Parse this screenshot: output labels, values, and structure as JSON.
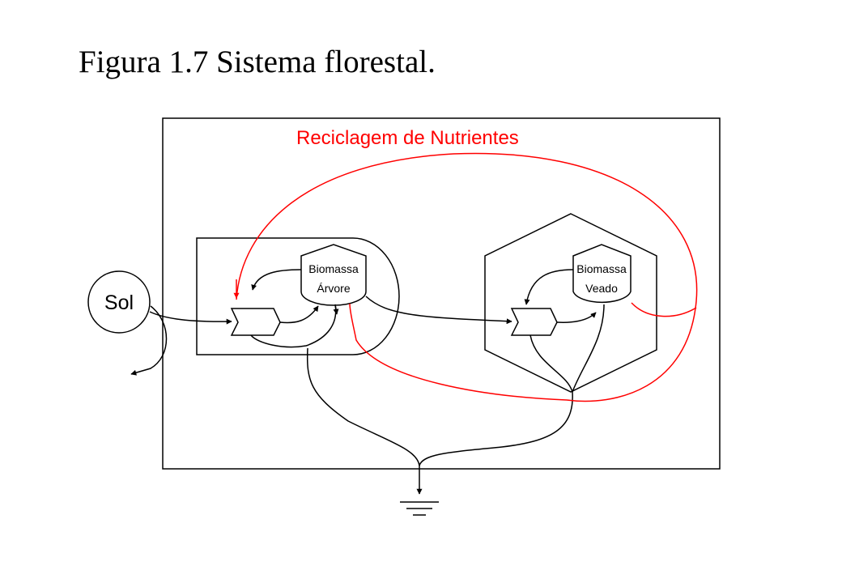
{
  "caption": "Figura 1.7 Sistema florestal.",
  "colors": {
    "line": "#000000",
    "recycle": "#ff0000",
    "background": "#ffffff"
  },
  "diagram": {
    "system_title": "Reciclagem de Nutrientes",
    "source_label": "Sol",
    "tree_storage": {
      "line1": "Biomassa",
      "line2": "Árvore"
    },
    "deer_storage": {
      "line1": "Biomassa",
      "line2": "Veado"
    },
    "icons": [
      "energy-source-circle",
      "tank-storage-icon",
      "interaction-workgate-icon",
      "producer-shape",
      "consumer-hexagon",
      "heat-sink-ground-icon"
    ]
  }
}
